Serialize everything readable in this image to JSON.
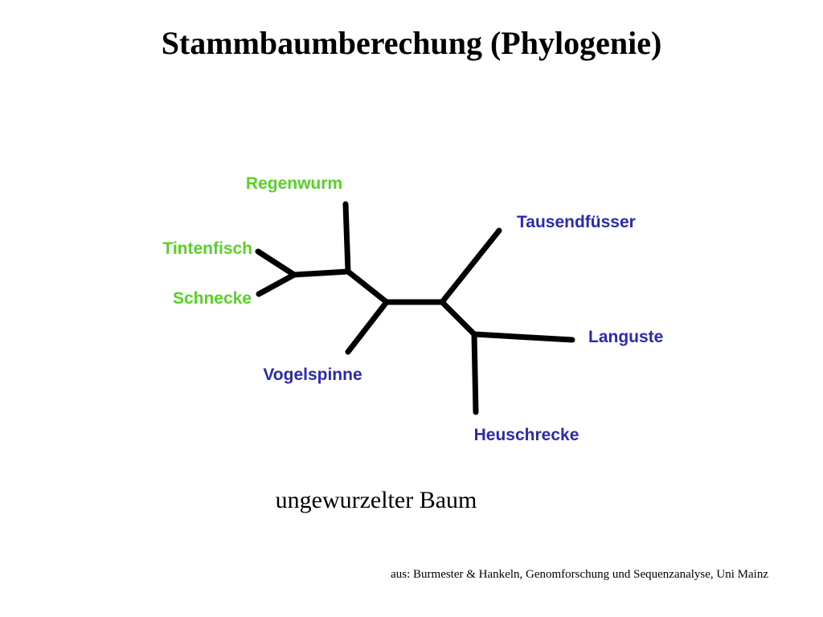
{
  "title": "Stammbaumberechung (Phylogenie)",
  "caption": "ungewurzelter Baum",
  "source": "aus: Burmester & Hankeln, Genomforschung und Sequenzanalyse, Uni Mainz",
  "colors": {
    "green_group": "#55d422",
    "blue_group": "#2b2ab0",
    "branch": "#000000"
  },
  "tree": {
    "type": "unrooted",
    "leaves": [
      {
        "name": "Regenwurm",
        "group": "green"
      },
      {
        "name": "Tintenfisch",
        "group": "green"
      },
      {
        "name": "Schnecke",
        "group": "green"
      },
      {
        "name": "Vogelspinne",
        "group": "blue"
      },
      {
        "name": "Tausendfüsser",
        "group": "blue"
      },
      {
        "name": "Languste",
        "group": "blue"
      },
      {
        "name": "Heuschrecke",
        "group": "blue"
      }
    ]
  }
}
